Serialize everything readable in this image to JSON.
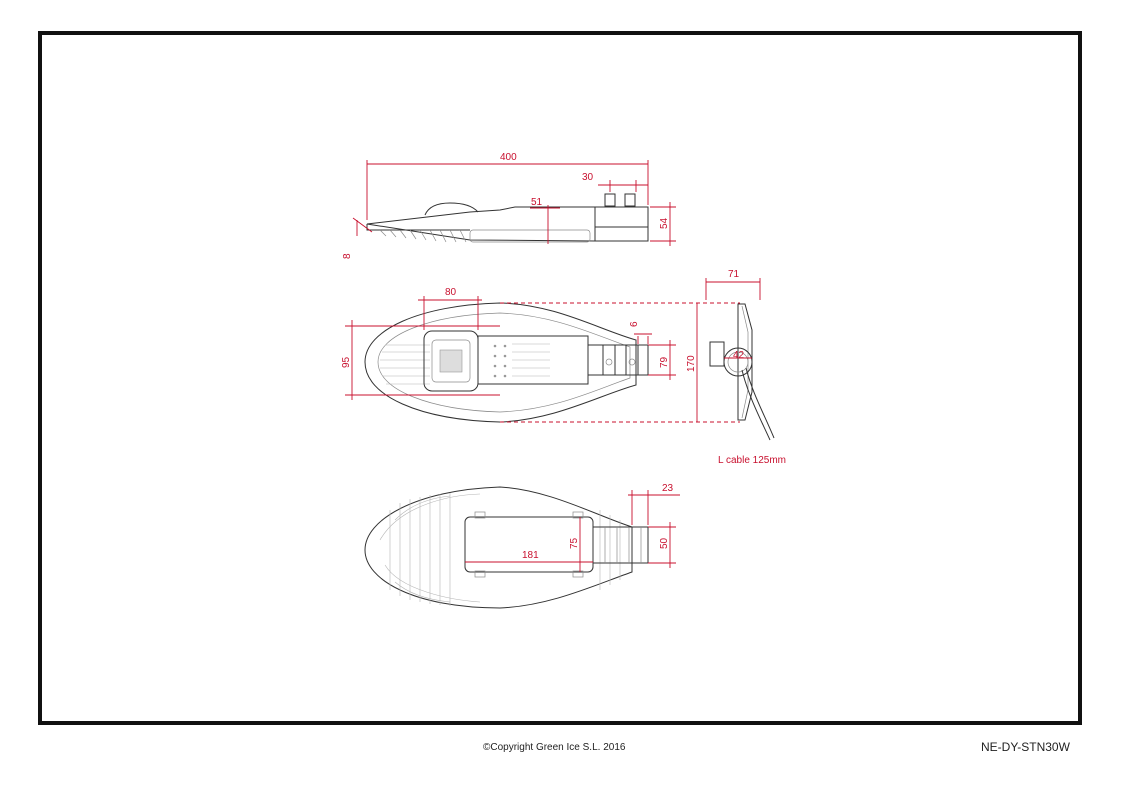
{
  "dimensions": {
    "side_view": {
      "length": "400",
      "bracket": "30",
      "mid": "51",
      "height": "54",
      "thickness": "8"
    },
    "top_view": {
      "head": "80",
      "width": "95",
      "clamp": "6",
      "clamp_w": "79",
      "total": "170",
      "end_w": "71",
      "pipe": "42",
      "cable_note": "L cable 125mm"
    },
    "bottom_view": {
      "neck": "23",
      "plate_w": "181",
      "plate_h": "75",
      "neck_h": "50"
    }
  },
  "footer": {
    "copyright": "©Copyright Green Ice S.L. 2016",
    "model": "NE-DY-STN30W"
  },
  "colors": {
    "dimension": "#c8102e",
    "drawing": "#333333",
    "frame": "#111111"
  }
}
